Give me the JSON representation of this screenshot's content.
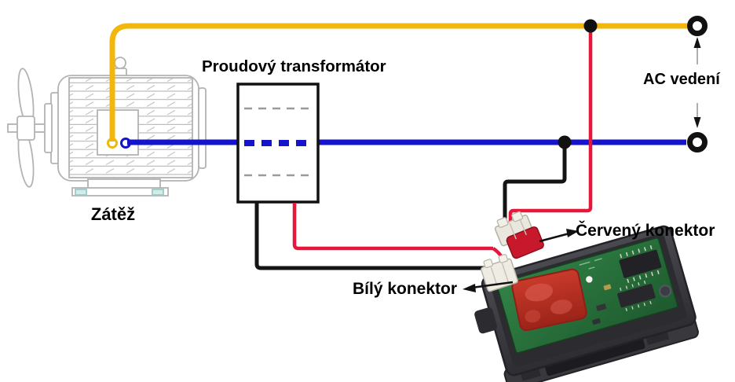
{
  "diagram": {
    "labels": {
      "load": "Zátěž",
      "current_transformer": "Proudový transformátor",
      "ac_line": "AC vedení",
      "red_connector": "Červený konektor",
      "white_connector": "Bílý konektor"
    },
    "colors": {
      "live_wire_yellow": "#F2B70D",
      "neutral_wire_blue": "#1414CC",
      "meter_wire_red": "#E6173C",
      "meter_wire_black": "#141414",
      "transformer_outline": "#111111",
      "motor_lineart_gray": "#b3b3b3",
      "pcb_green": "#2F8045",
      "display_red": "#B92D20",
      "case_gray": "#3A3A3F"
    }
  }
}
